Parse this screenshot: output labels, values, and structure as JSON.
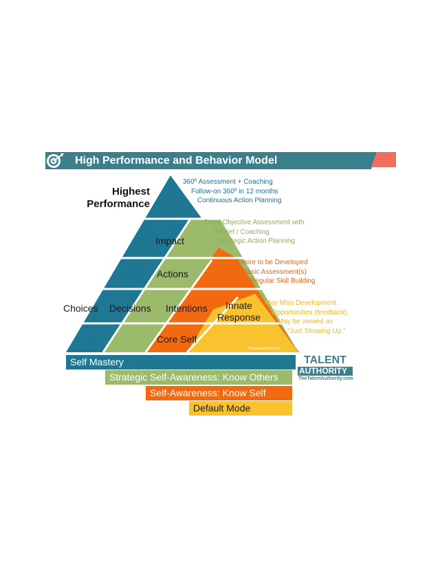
{
  "header": {
    "title": "High Performance and Behavior Model",
    "icon": "target-icon",
    "colors": {
      "bar": "#3a7f8b",
      "accent": "#f06d60"
    }
  },
  "pyramid": {
    "top_label": [
      "Highest",
      "Performance"
    ],
    "inner_labels": {
      "impact": "Impact",
      "actions": "Actions",
      "choices": "Choices",
      "decisions": "Decisions",
      "intentions": "Intentions",
      "innate": [
        "Innate",
        "Response"
      ],
      "core_self": "Core Self"
    },
    "copyright": "©Talent Authority, Inc.",
    "colors": {
      "teal": "#1f7893",
      "green": "#9bbb6a",
      "orange": "#f26a10",
      "yellow": "#f9c22f"
    }
  },
  "levels": [
    {
      "lines": [
        "360º Assessment + Coaching",
        "Follow-on 360º in 12 months",
        "Continuous Action Planning"
      ],
      "color": "#1f6e9a"
    },
    {
      "lines": [
        "Deep Objective Assessment with",
        "Debrief / Coaching",
        "Strategic Action Planning"
      ],
      "color": "#8fae5c"
    },
    {
      "lines": [
        "Desire to be Developed",
        "Basic Assessment(s)",
        "Regular Skill Building"
      ],
      "color": "#e8641b"
    },
    {
      "lines": [
        "May Miss Development",
        "Opportunities (feedback).",
        "May be viewed as",
        "“Just Showing Up.”"
      ],
      "color": "#f2b81c"
    }
  ],
  "bands": [
    {
      "label": "Self Mastery",
      "color": "#1f7893"
    },
    {
      "label": "Strategic Self-Awareness:  Know Others",
      "color": "#9bbb6a"
    },
    {
      "label": "Self-Awareness:  Know Self",
      "color": "#f26a10"
    },
    {
      "label": "Default Mode",
      "color": "#f9c22f"
    }
  ],
  "logo": {
    "line1": "TALENT",
    "line2": "AUTHORITY",
    "url": "TheTalentAuthority.com"
  }
}
